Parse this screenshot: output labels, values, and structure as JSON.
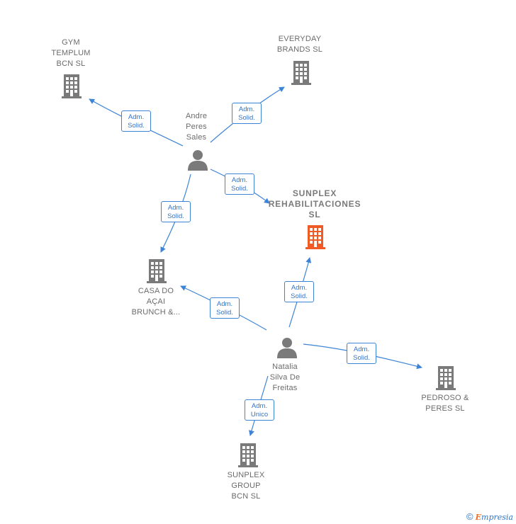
{
  "colors": {
    "edge": "#3d84d6",
    "company": "#7a7a7a",
    "main_company": "#f05a24",
    "person": "#7a7a7a"
  },
  "nodes": {
    "gym": {
      "label": "GYM\nTEMPLUM\nBCN  SL",
      "icon": "building-icon"
    },
    "everyday": {
      "label": "EVERYDAY\nBRANDS  SL",
      "icon": "building-icon"
    },
    "andre": {
      "label": "Andre\nPeres\nSales",
      "icon": "person-icon"
    },
    "sunplex_rehab": {
      "label": "SUNPLEX\nREHABILITACIONES\nSL",
      "icon": "building-icon"
    },
    "casa": {
      "label": "CASA DO\nAÇAI\nBRUNCH &...",
      "icon": "building-icon"
    },
    "natalia": {
      "label": "Natalia\nSilva De\nFreitas",
      "icon": "person-icon"
    },
    "pedroso": {
      "label": "PEDROSO &\nPERES  SL",
      "icon": "building-icon"
    },
    "sunplex_group": {
      "label": "SUNPLEX\nGROUP\nBCN  SL",
      "icon": "building-icon"
    }
  },
  "edges": [
    {
      "label": "Adm.\nSolid."
    },
    {
      "label": "Adm.\nSolid."
    },
    {
      "label": "Adm.\nSolid."
    },
    {
      "label": "Adm.\nSolid."
    },
    {
      "label": "Adm.\nSolid."
    },
    {
      "label": "Adm.\nSolid."
    },
    {
      "label": "Adm.\nSolid."
    },
    {
      "label": "Adm.\nUnico"
    }
  ],
  "footer": {
    "copyright": "©",
    "brand_initial": "E",
    "brand_rest": "mpresia"
  }
}
